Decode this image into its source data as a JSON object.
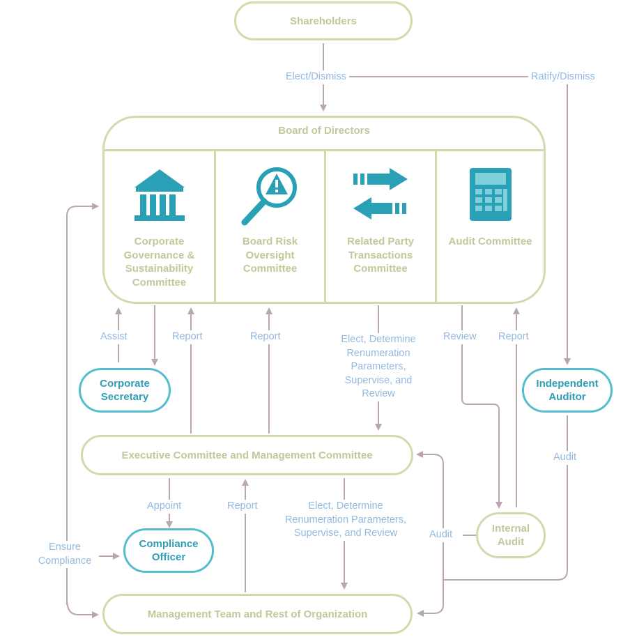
{
  "nodes": {
    "shareholders": "Shareholders",
    "board": "Board of Directors",
    "committees": [
      {
        "label": "Corporate Governance & Sustainability Committee",
        "icon": "bank-building-icon"
      },
      {
        "label": "Board Risk Oversight Committee",
        "icon": "magnifier-warning-icon"
      },
      {
        "label": "Related Party Transactions Committee",
        "icon": "exchange-arrows-icon"
      },
      {
        "label": "Audit Committee",
        "icon": "calculator-icon"
      }
    ],
    "corporate_secretary": "Corporate Secretary",
    "independent_auditor": "Independent Auditor",
    "executive_committee": "Executive Committee and Management Committee",
    "compliance_officer": "Compliance Officer",
    "internal_audit": "Internal Audit",
    "management_team": "Management Team and Rest of Organization"
  },
  "edge_labels": {
    "elect_dismiss": "Elect/Dismiss",
    "ratify_dismiss": "Ratify/Dismiss",
    "assist": "Assist",
    "report_cg": "Report",
    "report_risk": "Report",
    "elect_rpt": "Elect, Determine Renumeration Parameters, Supervise, and Review",
    "review_audit": "Review",
    "report_audit": "Report",
    "audit_independent": "Audit",
    "appoint": "Appoint",
    "report_mgmt": "Report",
    "elect_exec": "Elect, Determine Renumeration Parameters, Supervise, and Review",
    "audit_internal": "Audit",
    "ensure_compliance": "Ensure Compliance"
  },
  "colors": {
    "olive_border": "#d3d9ad",
    "olive_text": "#c2c89a",
    "teal_border": "#55bccd",
    "teal_text": "#2f9db4",
    "connector": "#b9a6ae",
    "edge_label": "#93b9e0",
    "icon": "#2aa0b6"
  }
}
